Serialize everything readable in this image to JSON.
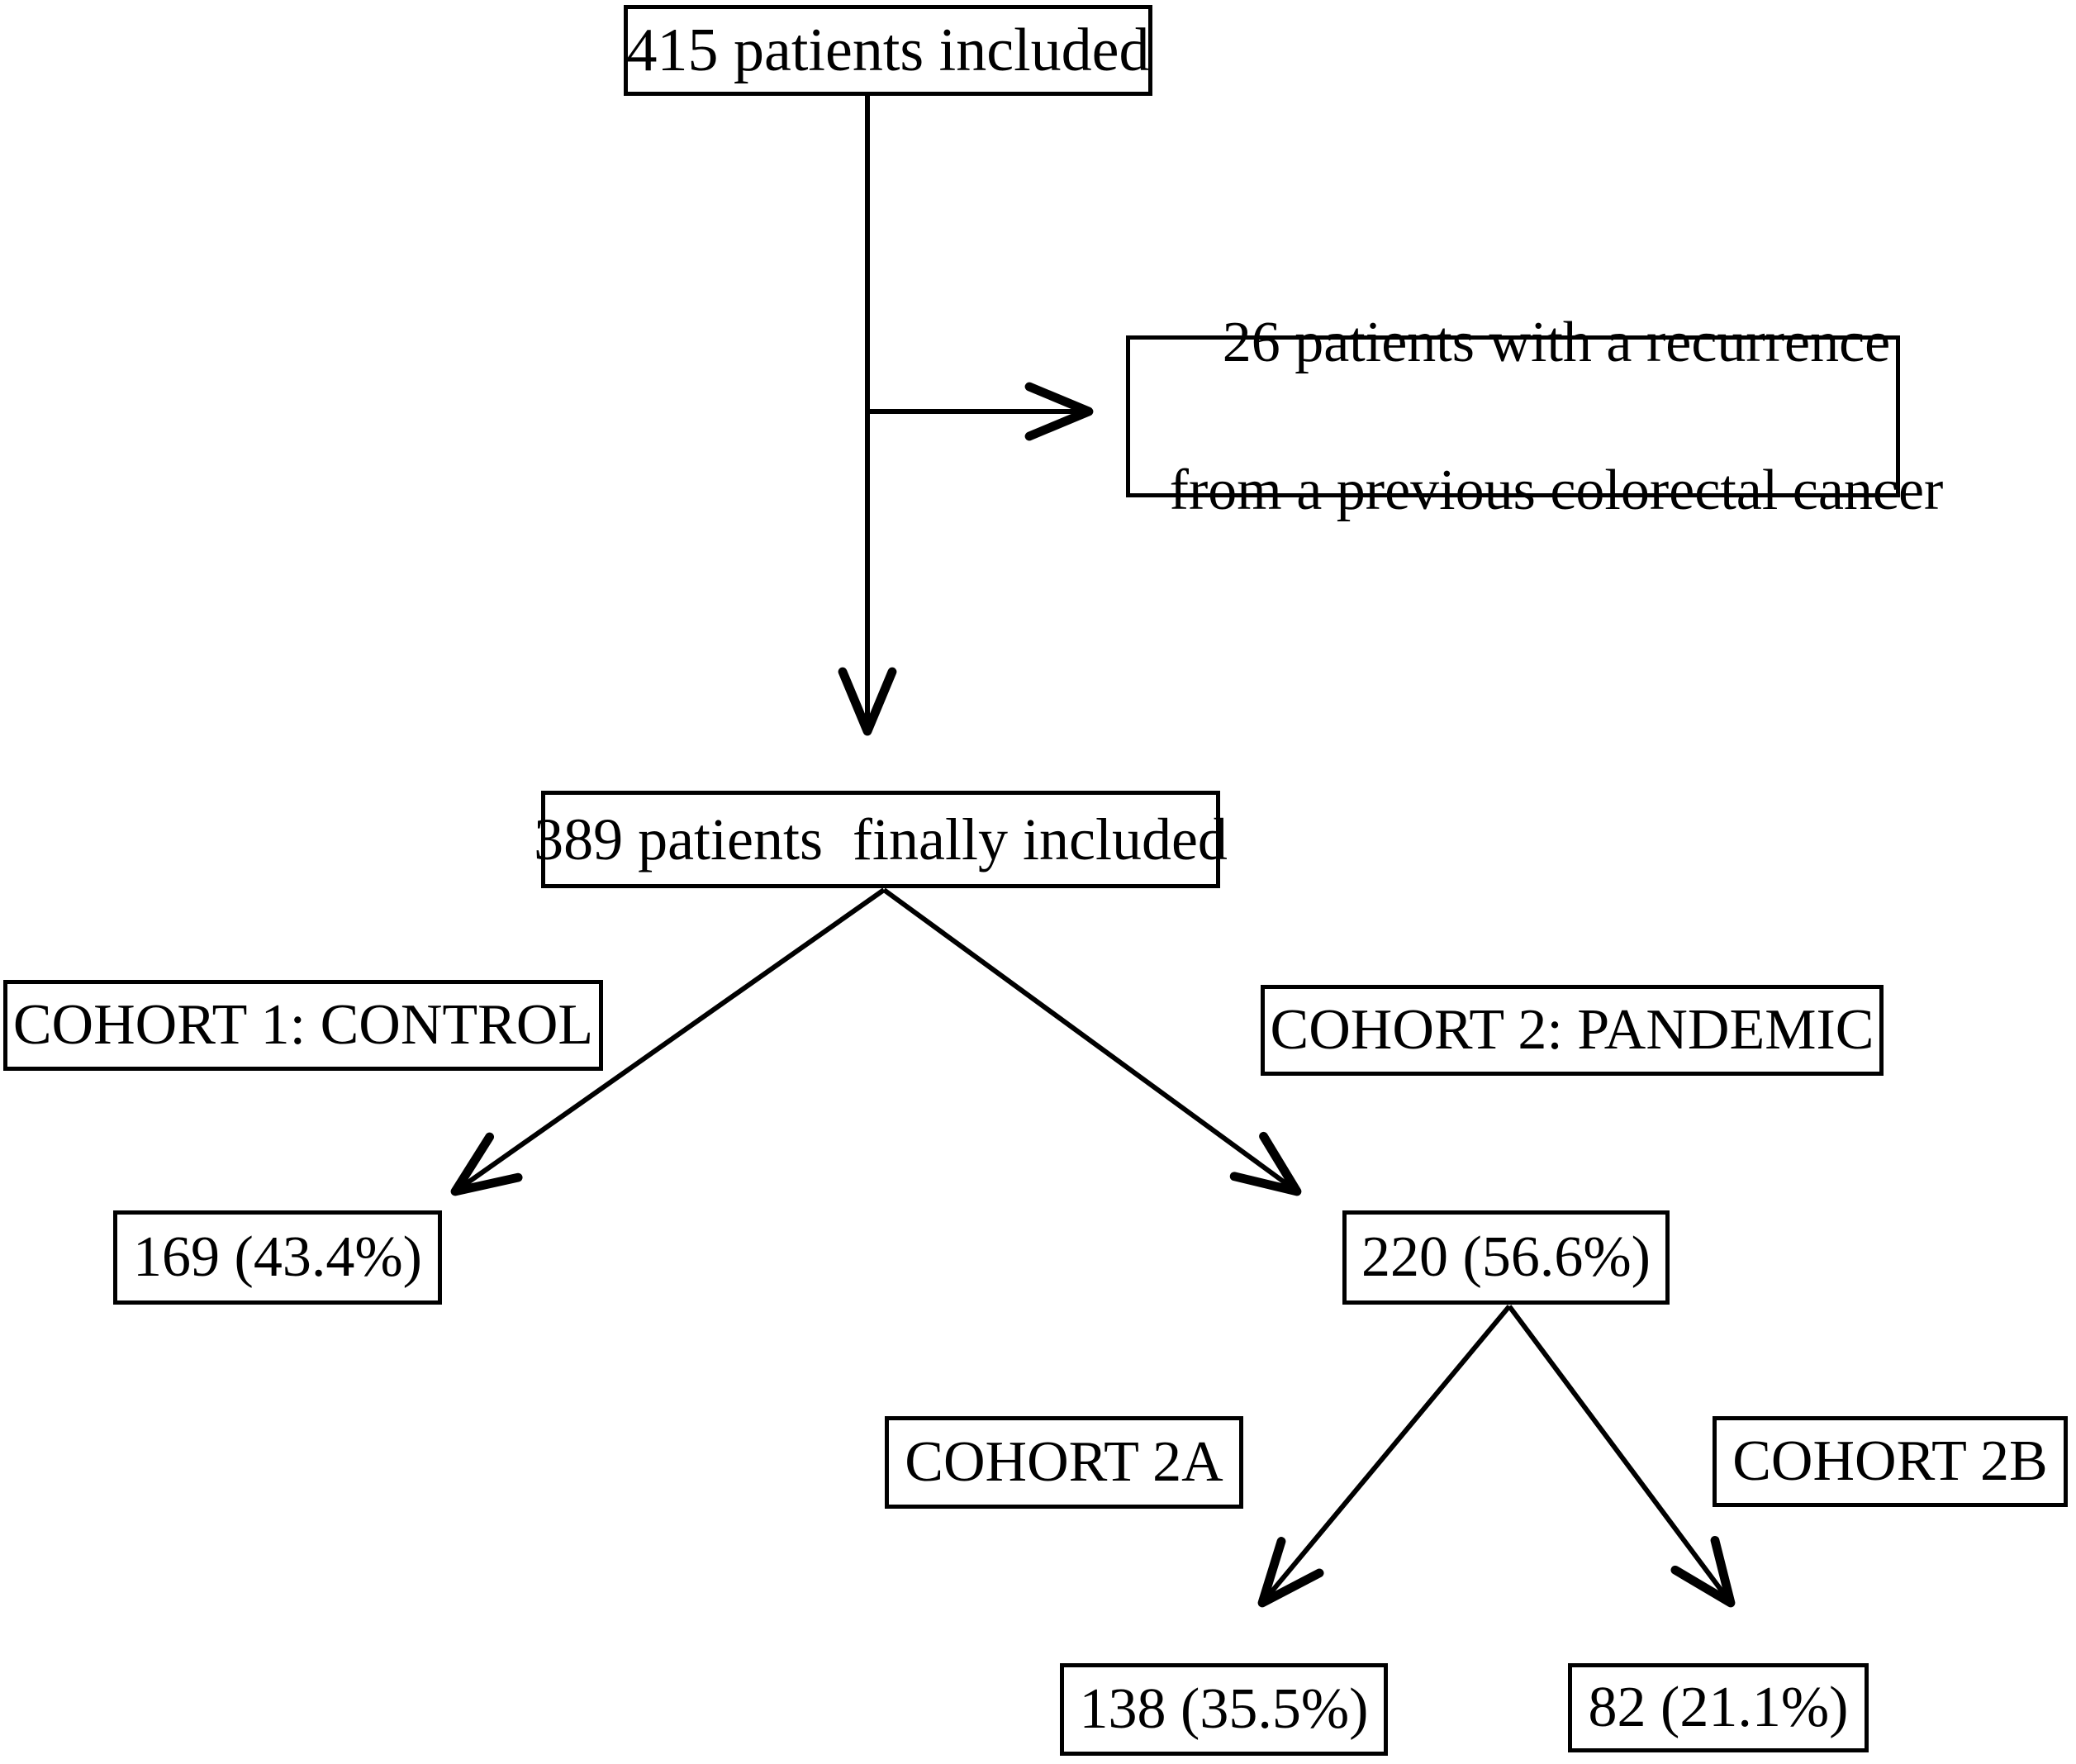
{
  "figure": {
    "type": "flowchart",
    "orientation": "top-down",
    "background_color": "#ffffff",
    "line_color": "#000000",
    "text_color": "#000000"
  },
  "nodes": {
    "total_included": {
      "label": "415 patients included"
    },
    "excluded_recurrence": {
      "line1": "26 patients with a recurrence",
      "line2": "from a previous colorectal cancer"
    },
    "final_included": {
      "label": "389 patients  finally included"
    },
    "cohort1_label": {
      "label": "COHORT 1: CONTROL"
    },
    "cohort2_label": {
      "label": "COHORT 2: PANDEMIC"
    },
    "cohort1_count": {
      "label": "169 (43.4%)"
    },
    "cohort2_count": {
      "label": "220 (56.6%)"
    },
    "cohort2a_label": {
      "label": "COHORT 2A"
    },
    "cohort2b_label": {
      "label": "COHORT 2B"
    },
    "cohort2a_count": {
      "label": "138 (35.5%)"
    },
    "cohort2b_count": {
      "label": "82 (21.1%)"
    }
  },
  "chart_data": {
    "type": "flowchart",
    "title": "",
    "nodes": [
      {
        "id": "total",
        "text": "415 patients included",
        "value": 415,
        "percent": null
      },
      {
        "id": "excluded",
        "text": "26 patients with a recurrence from a previous colorectal cancer",
        "value": 26,
        "percent": null
      },
      {
        "id": "final",
        "text": "389 patients  finally included",
        "value": 389,
        "percent": null
      },
      {
        "id": "cohort1",
        "text": "COHORT 1: CONTROL",
        "value": 169,
        "percent": 43.4
      },
      {
        "id": "cohort2",
        "text": "COHORT 2: PANDEMIC",
        "value": 220,
        "percent": 56.6
      },
      {
        "id": "cohort2a",
        "text": "COHORT 2A",
        "value": 138,
        "percent": 35.5
      },
      {
        "id": "cohort2b",
        "text": "COHORT 2B",
        "value": 82,
        "percent": 21.1
      }
    ],
    "edges": [
      {
        "from": "total",
        "to": "excluded",
        "style": "arrow-right"
      },
      {
        "from": "total",
        "to": "final",
        "style": "arrow-down"
      },
      {
        "from": "final",
        "to": "cohort1",
        "style": "arrow-diagonal-left"
      },
      {
        "from": "final",
        "to": "cohort2",
        "style": "arrow-diagonal-right"
      },
      {
        "from": "cohort2",
        "to": "cohort2a",
        "style": "arrow-diagonal-left"
      },
      {
        "from": "cohort2",
        "to": "cohort2b",
        "style": "arrow-diagonal-right"
      }
    ]
  }
}
